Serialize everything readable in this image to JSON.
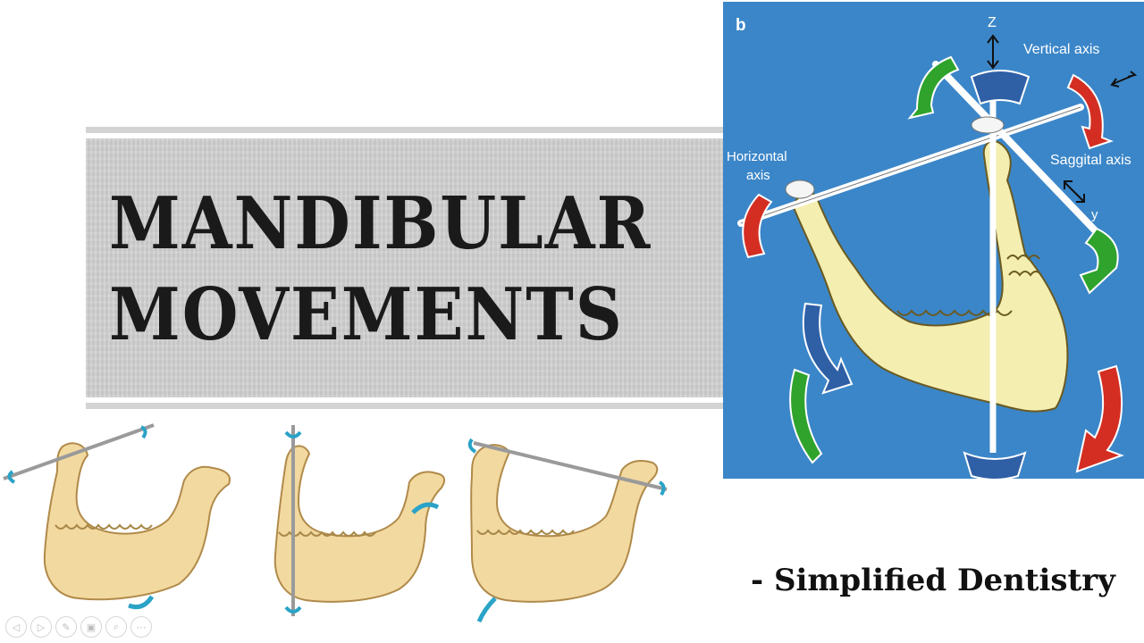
{
  "title": {
    "line1": "MANDIBULAR",
    "line2": "MOVEMENTS"
  },
  "credit": "- Simplified Dentistry",
  "diagram": {
    "panel_label": "b",
    "labels": {
      "z": "Z",
      "vertical_axis": "Vertical axis",
      "horizontal_axis_1": "Horizontal",
      "horizontal_axis_2": "axis",
      "saggital_axis": "Saggital axis",
      "y": "y"
    },
    "colors": {
      "background": "#3b86c8",
      "bone": "#f4eeb0",
      "red_arrow": "#d42d22",
      "green_arrow": "#2fa32c",
      "blue_arrow": "#2f5fa5"
    }
  },
  "jaw_figures": [
    {
      "rotation_axis": "horizontal"
    },
    {
      "rotation_axis": "vertical"
    },
    {
      "rotation_axis": "sagittal"
    }
  ],
  "player_controls": [
    {
      "name": "previous-icon",
      "glyph": "◁"
    },
    {
      "name": "next-icon",
      "glyph": "▷"
    },
    {
      "name": "pen-icon",
      "glyph": "✎"
    },
    {
      "name": "slides-icon",
      "glyph": "▣"
    },
    {
      "name": "zoom-icon",
      "glyph": "⌕"
    },
    {
      "name": "more-icon",
      "glyph": "⋯"
    }
  ]
}
